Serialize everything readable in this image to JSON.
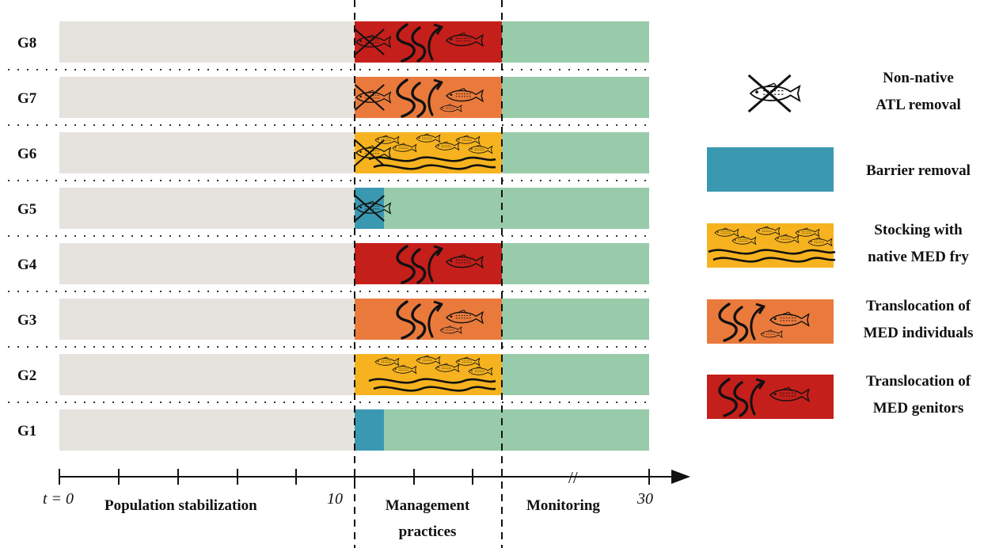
{
  "colors": {
    "stabilization": "#e6e3df",
    "monitoring": "#98cbaa",
    "barrier": "#3b98b1",
    "stocking": "#f6b31f",
    "translocation_individuals": "#ea7a3c",
    "translocation_genitors": "#c41f1b"
  },
  "rows": [
    {
      "label": "G8",
      "treatment": "genitors",
      "removal": true
    },
    {
      "label": "G7",
      "treatment": "individuals",
      "removal": true
    },
    {
      "label": "G6",
      "treatment": "stocking",
      "removal": true
    },
    {
      "label": "G5",
      "treatment": "barrier",
      "removal": true
    },
    {
      "label": "G4",
      "treatment": "genitors",
      "removal": false
    },
    {
      "label": "G3",
      "treatment": "individuals",
      "removal": false
    },
    {
      "label": "G2",
      "treatment": "stocking",
      "removal": false
    },
    {
      "label": "G1",
      "treatment": "barrier",
      "removal": false
    }
  ],
  "legend": [
    {
      "key": "removal",
      "line1": "Non-native",
      "line2": "ATL removal"
    },
    {
      "key": "barrier",
      "line1": "Barrier removal",
      "line2": ""
    },
    {
      "key": "stocking",
      "line1": "Stocking with",
      "line2": "native MED fry"
    },
    {
      "key": "individuals",
      "line1": "Translocation of",
      "line2": "MED individuals"
    },
    {
      "key": "genitors",
      "line1": "Translocation of",
      "line2": "MED genitors"
    }
  ],
  "axis": {
    "t0_label": "t = 0",
    "t10_label": "10",
    "t30_label": "30",
    "break_mark": "//"
  },
  "phases": {
    "stabilization": "Population stabilization",
    "management_line1": "Management",
    "management_line2": "practices",
    "monitoring": "Monitoring"
  }
}
